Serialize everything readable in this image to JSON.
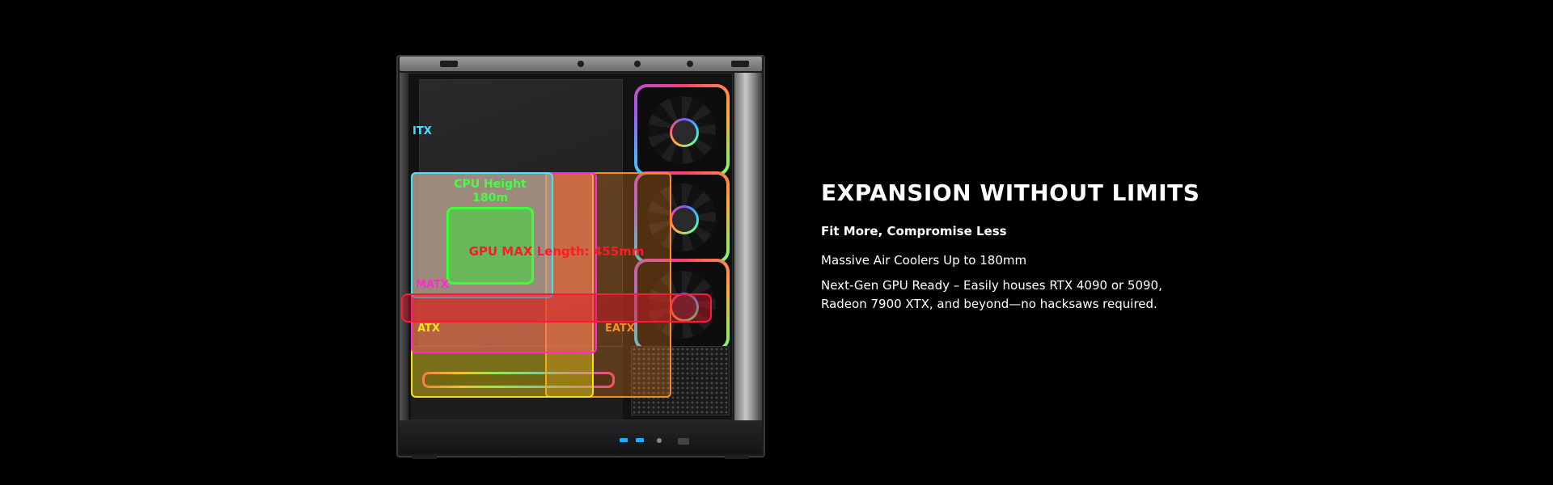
{
  "overlay_labels": {
    "itx": "ITX",
    "matx": "MATX",
    "atx": "ATX",
    "eatx": "EATX",
    "cpu_height_line1": "CPU Height",
    "cpu_height_line2": "180m",
    "gpu_max": "GPU MAX Length: 455mm"
  },
  "copy": {
    "headline": "EXPANSION WITHOUT LIMITS",
    "subhead": "Fit More, Compromise Less",
    "line1": "Massive Air Coolers Up to 180mm",
    "line2a": "Next-Gen GPU Ready  – Easily houses RTX 4090 or 5090,",
    "line2b": "Radeon 7900 XTX, and beyond—no hacksaws required."
  },
  "colors": {
    "itx": "#38e8ff",
    "matx": "#ff2ad4",
    "atx": "#f5e21a",
    "eatx": "#ff8c1a",
    "cpu": "#3aff3a",
    "gpu": "#ff1a3a"
  }
}
